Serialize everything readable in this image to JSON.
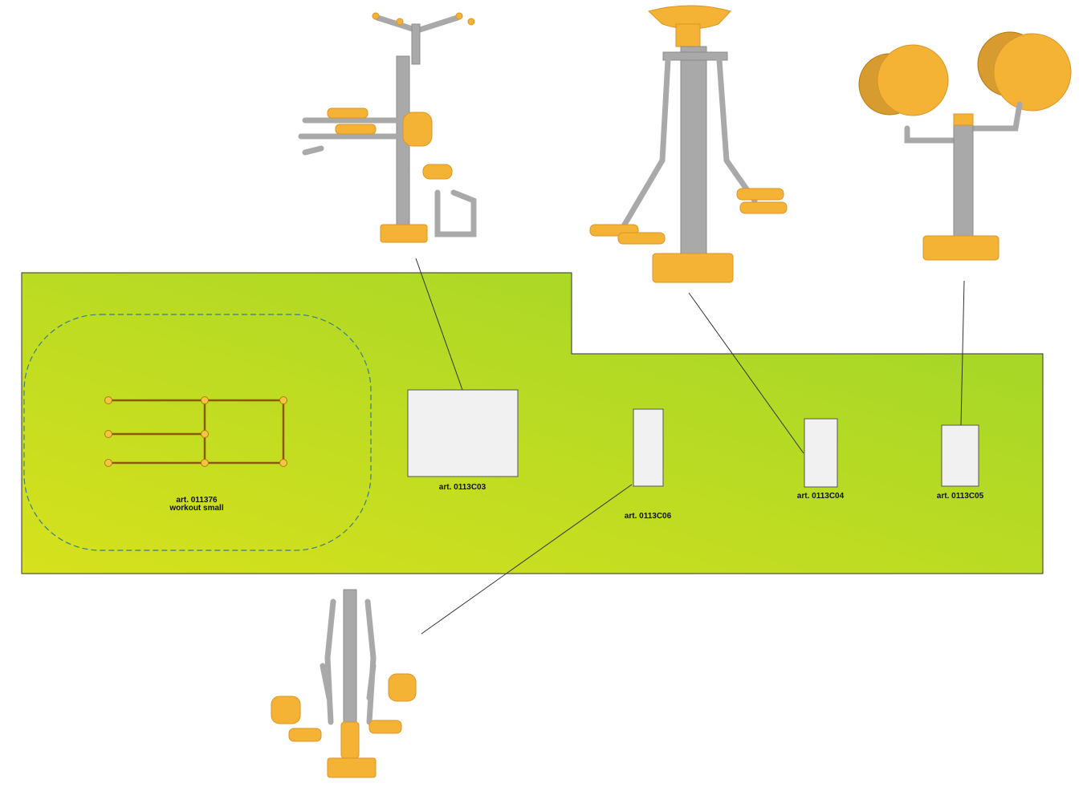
{
  "colors": {
    "area_left": "#d6e11c",
    "area_right": "#9fd52a",
    "equipment_orange": "#f5b335",
    "equipment_gray": "#a9a9a9"
  },
  "zones": [
    {
      "id": "workout",
      "label_line1": "art. 011376",
      "label_line2": "workout small"
    },
    {
      "id": "c03",
      "label": "art. 0113C03"
    },
    {
      "id": "c06",
      "label": "art. 0113C06"
    },
    {
      "id": "c04",
      "label": "art. 0113C04"
    },
    {
      "id": "c05",
      "label": "art. 0113C05"
    }
  ]
}
